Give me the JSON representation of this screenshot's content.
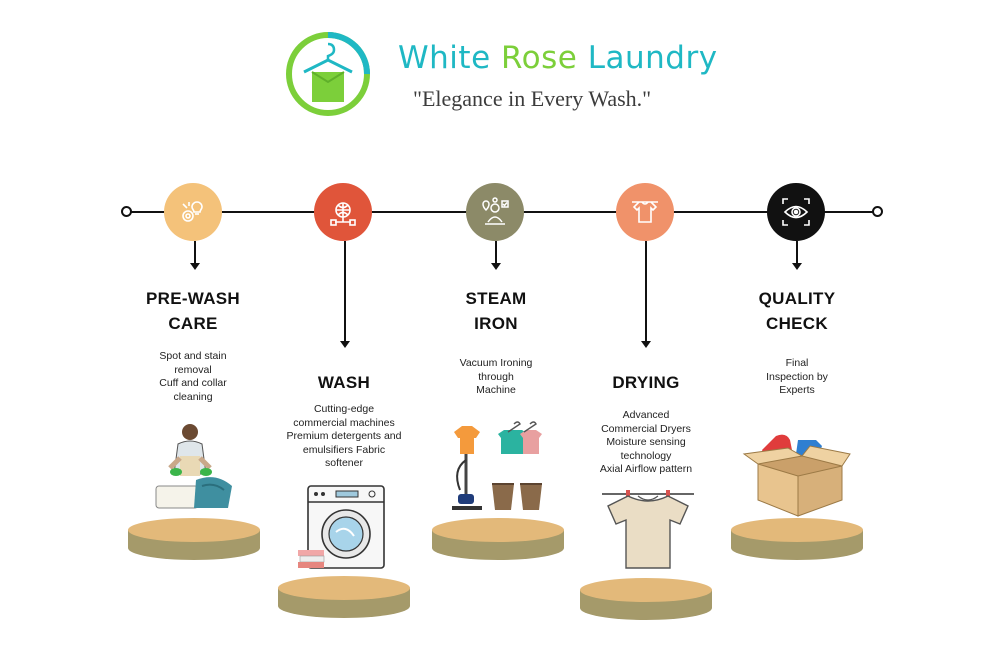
{
  "brand": {
    "name_part1": "White",
    "name_part2": "Rose",
    "name_part3": "Laundry",
    "tagline": "\"Elegance in Every Wash.\""
  },
  "stages": [
    {
      "title_line1": "PRE-WASH",
      "title_line2": "CARE",
      "desc": [
        "Spot and stain",
        "removal",
        "Cuff and collar",
        "cleaning"
      ],
      "icon": "gears-lightbulb-icon",
      "color": "#f4c27a"
    },
    {
      "title_line1": "WASH",
      "desc": [
        "Cutting-edge",
        "commercial machines",
        "Premium detergents and",
        "emulsifiers Fabric",
        "softener"
      ],
      "icon": "globe-network-icon",
      "color": "#e0553a"
    },
    {
      "title_line1": "STEAM",
      "title_line2": "IRON",
      "desc": [
        "Vacuum Ironing",
        "through",
        "Machine"
      ],
      "icon": "worker-settings-icon",
      "color": "#8c8a68"
    },
    {
      "title_line1": "DRYING",
      "desc": [
        "Advanced",
        "Commercial Dryers",
        "Moisture sensing",
        "technology",
        "Axial Airflow pattern"
      ],
      "icon": "shirt-clothesline-icon",
      "color": "#f0926a"
    },
    {
      "title_line1": "QUALITY",
      "title_line2": "CHECK",
      "desc": [
        "Final",
        "Inspection by",
        "Experts"
      ],
      "icon": "eye-focus-icon",
      "color": "#111111"
    }
  ],
  "colors": {
    "brand_teal": "#1fb8c4",
    "brand_green": "#7ccf3a",
    "podium_top": "#e3b97a",
    "podium_side": "#a59a6a"
  }
}
